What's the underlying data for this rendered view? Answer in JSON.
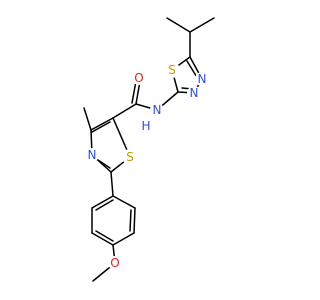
{
  "molecule": {
    "atoms": {
      "S_thiadiazole": "S",
      "N_thiadiazole_upper": "N",
      "N_thiadiazole_lower": "N",
      "NH_amide": "N",
      "H_amide": "H",
      "O_carbonyl": "O",
      "S_thiazole": "S",
      "N_thiazole": "N",
      "O_methoxy": "O"
    }
  },
  "colors": {
    "bond": "#000000",
    "carbon": "#000000",
    "nitrogen": "#2f4fe0",
    "oxygen": "#e02020",
    "sulfur": "#b8a000"
  }
}
